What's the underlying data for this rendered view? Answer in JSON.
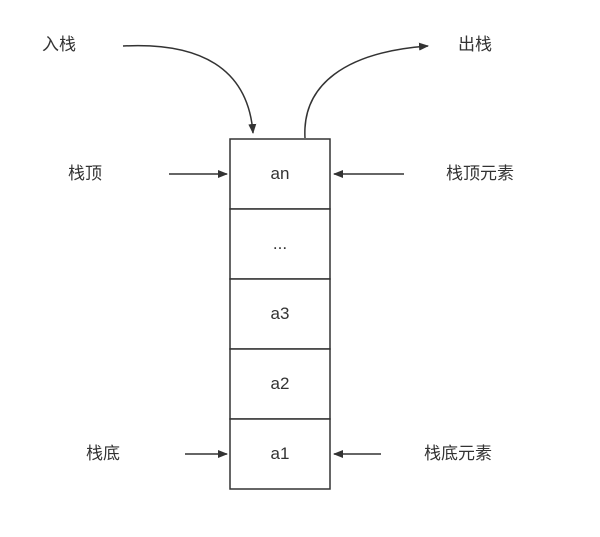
{
  "labels": {
    "push": "入栈",
    "pop": "出栈",
    "top": "栈顶",
    "top_element": "栈顶元素",
    "bottom": "栈底",
    "bottom_element": "栈底元素"
  },
  "stack_cells": [
    "an",
    "...",
    "a3",
    "a2",
    "a1"
  ],
  "colors": {
    "stroke": "#333333",
    "text": "#333333",
    "background": "#ffffff"
  }
}
